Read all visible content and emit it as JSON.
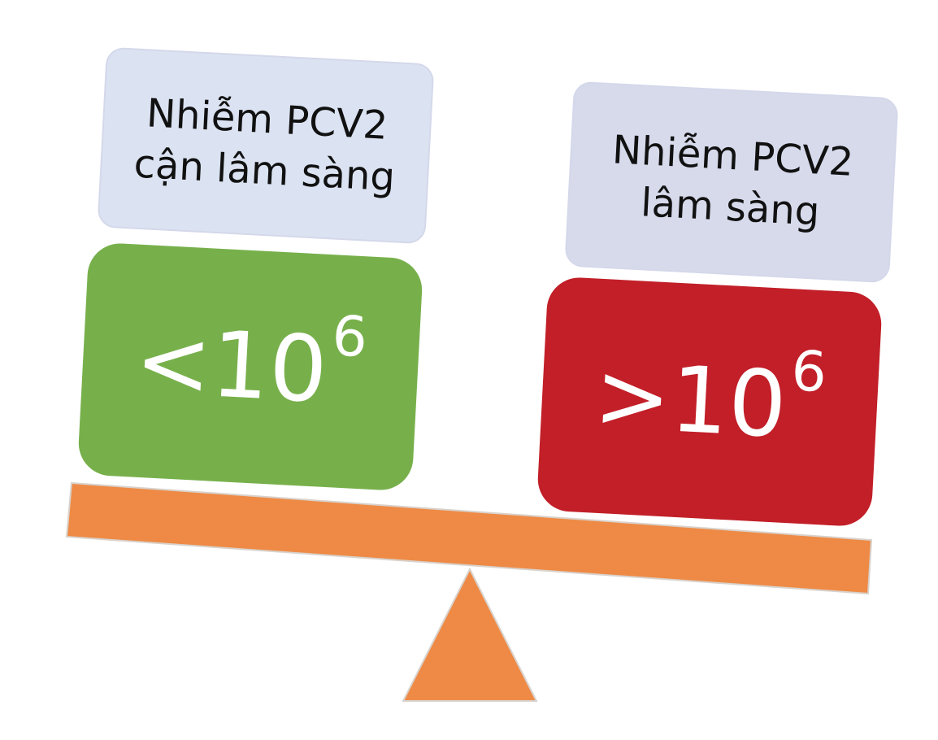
{
  "left": {
    "label_line1": "Nhiễm PCV2",
    "label_line2": "cận lâm sàng",
    "value_base": "<10",
    "value_exp": "6",
    "color": "#77b04b"
  },
  "right": {
    "label_line1": "Nhiễm PCV2",
    "label_line2": "lâm sàng",
    "value_base": ">10",
    "value_exp": "6",
    "color": "#c21f28"
  },
  "seesaw": {
    "beam_color": "#ee8a45",
    "fulcrum_color": "#ee8a45"
  }
}
